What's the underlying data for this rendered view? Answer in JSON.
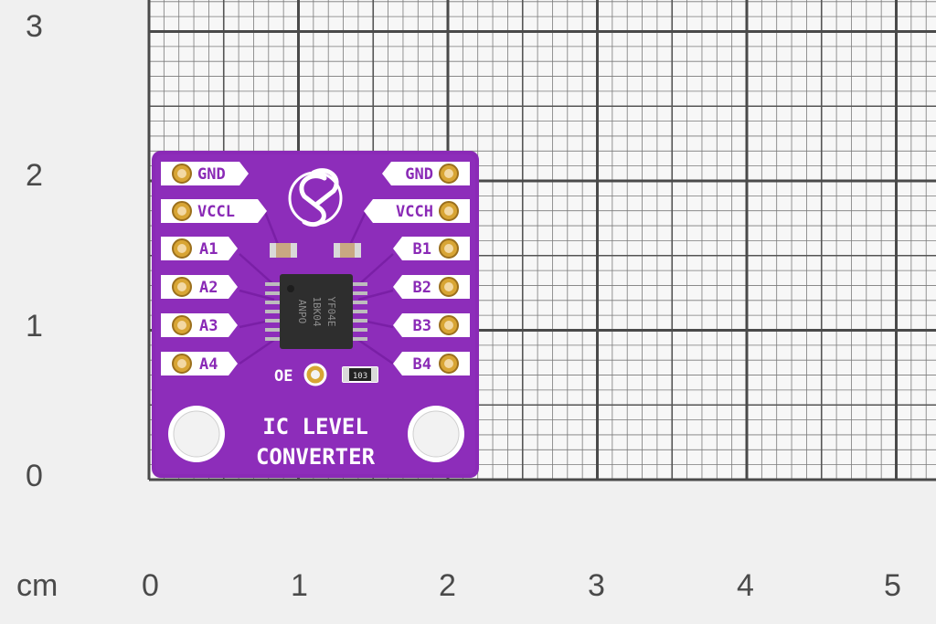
{
  "scale": {
    "unit": "cm",
    "x_ticks": [
      "0",
      "1",
      "2",
      "3",
      "4",
      "5"
    ],
    "y_ticks": [
      "0",
      "1",
      "2",
      "3"
    ]
  },
  "board": {
    "title_line1": "IC LEVEL",
    "title_line2": "CONVERTER",
    "pins_left": [
      "GND",
      "VCCL",
      "A1",
      "A2",
      "A3",
      "A4"
    ],
    "pins_right": [
      "GND",
      "VCCH",
      "B1",
      "B2",
      "B3",
      "B4"
    ],
    "oe_label": "OE",
    "chip_marking": [
      "YF04E",
      "1BK04",
      "ANPO"
    ],
    "resistor_marking": "103",
    "colors": {
      "pcb": "#8a2ab6",
      "silkscreen": "#ffffff",
      "chip": "#2e2e2e",
      "gold": "#d8a534"
    },
    "logo_icon": "brand-logo-icon"
  }
}
